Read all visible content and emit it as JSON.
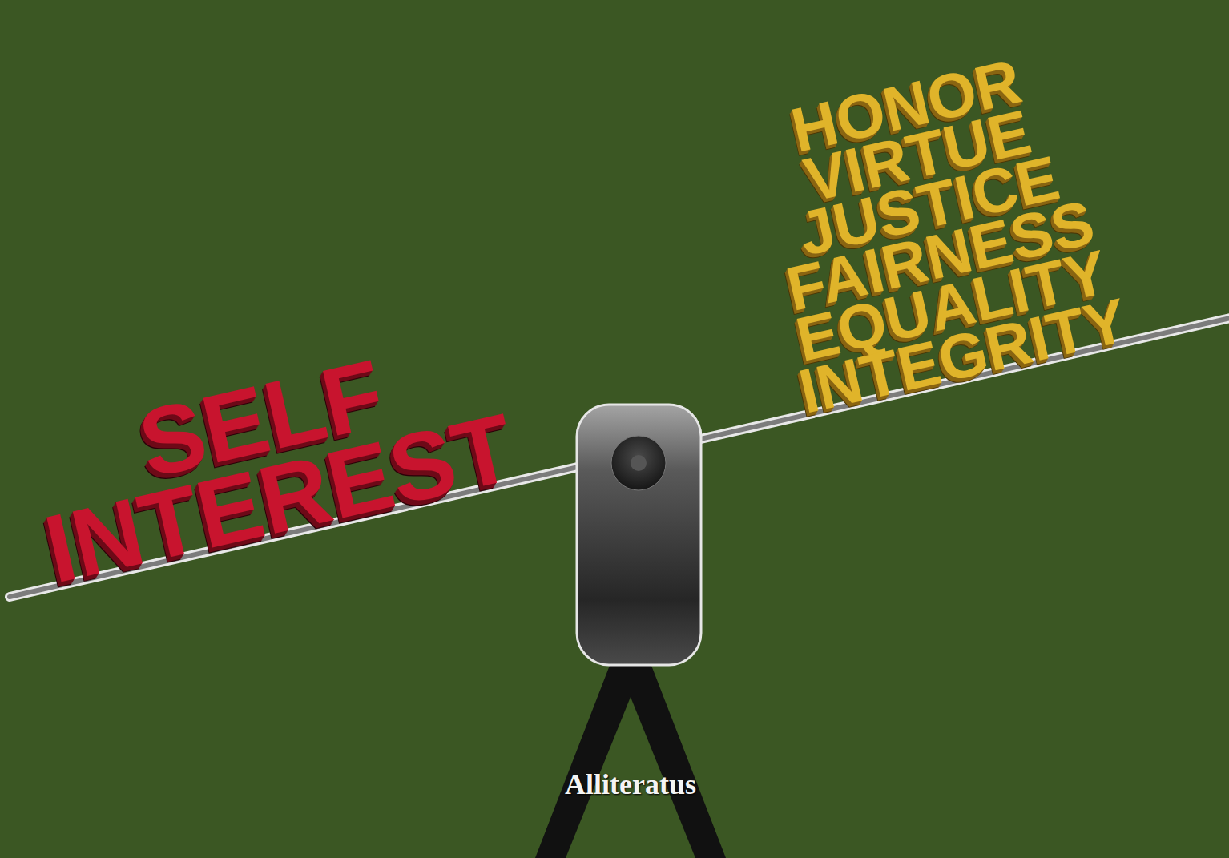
{
  "diagram": {
    "labels": [
      "SELF INTEREST",
      "HONOR",
      "VIRTUE",
      "JUSTICE",
      "FAIRNESS",
      "EQUALITY",
      "INTEGRITY",
      "Alliteratus"
    ]
  }
}
